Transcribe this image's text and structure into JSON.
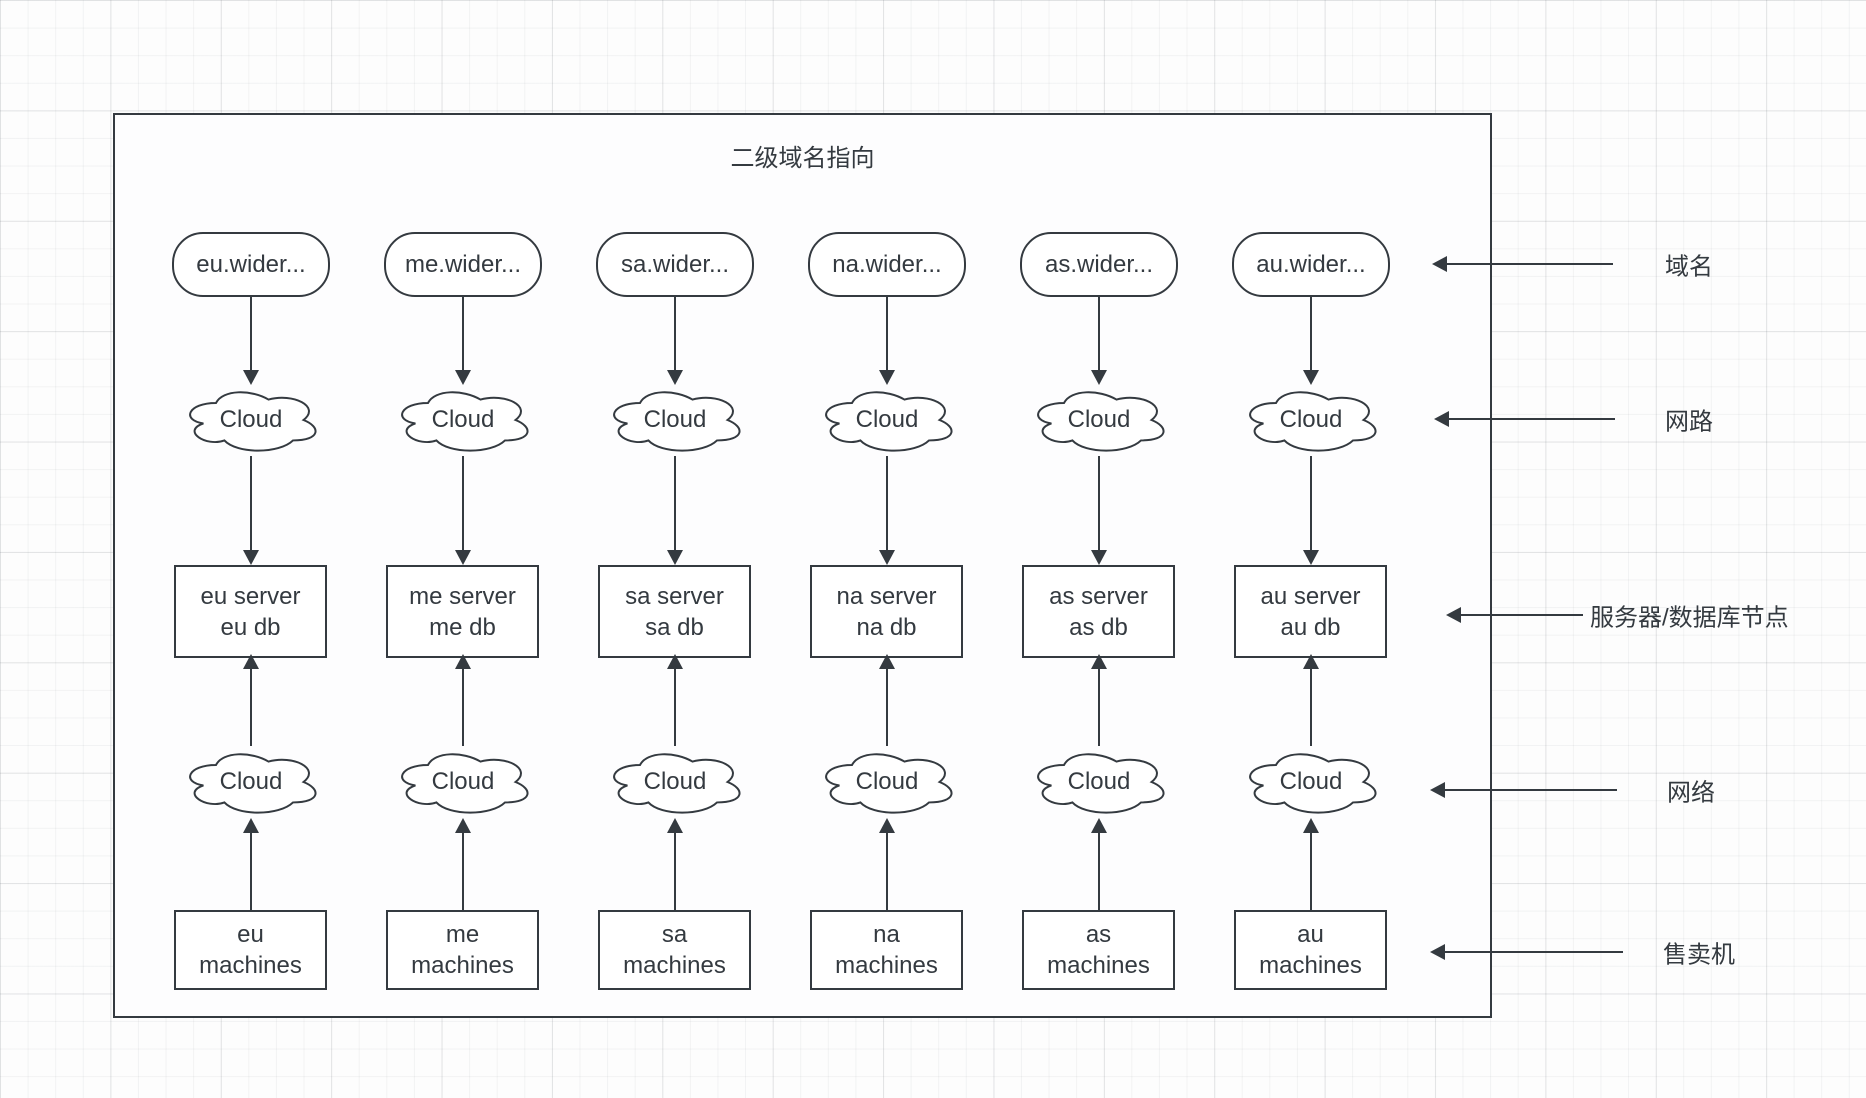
{
  "diagram": {
    "title": "二级域名指向",
    "columns": [
      {
        "domain": "eu.wider...",
        "cloud_top": "Cloud",
        "server_line1": "eu server",
        "server_line2": "eu db",
        "cloud_bottom": "Cloud",
        "machines_line1": "eu",
        "machines_line2": "machines"
      },
      {
        "domain": "me.wider...",
        "cloud_top": "Cloud",
        "server_line1": "me server",
        "server_line2": "me db",
        "cloud_bottom": "Cloud",
        "machines_line1": "me",
        "machines_line2": "machines"
      },
      {
        "domain": "sa.wider...",
        "cloud_top": "Cloud",
        "server_line1": "sa server",
        "server_line2": "sa db",
        "cloud_bottom": "Cloud",
        "machines_line1": "sa",
        "machines_line2": "machines"
      },
      {
        "domain": "na.wider...",
        "cloud_top": "Cloud",
        "server_line1": "na server",
        "server_line2": "na db",
        "cloud_bottom": "Cloud",
        "machines_line1": "na",
        "machines_line2": "machines"
      },
      {
        "domain": "as.wider...",
        "cloud_top": "Cloud",
        "server_line1": "as server",
        "server_line2": "as db",
        "cloud_bottom": "Cloud",
        "machines_line1": "as",
        "machines_line2": "machines"
      },
      {
        "domain": "au.wider...",
        "cloud_top": "Cloud",
        "server_line1": "au server",
        "server_line2": "au db",
        "cloud_bottom": "Cloud",
        "machines_line1": "au",
        "machines_line2": "machines"
      }
    ],
    "annotations": [
      {
        "label": "域名"
      },
      {
        "label": "网路"
      },
      {
        "label": "服务器/数据库节点"
      },
      {
        "label": "网络"
      },
      {
        "label": "售卖机"
      }
    ],
    "colors": {
      "stroke": "#343a40",
      "text": "#343a40",
      "grid_line": "#e9ebed",
      "canvas": "#fdfdfd"
    }
  }
}
